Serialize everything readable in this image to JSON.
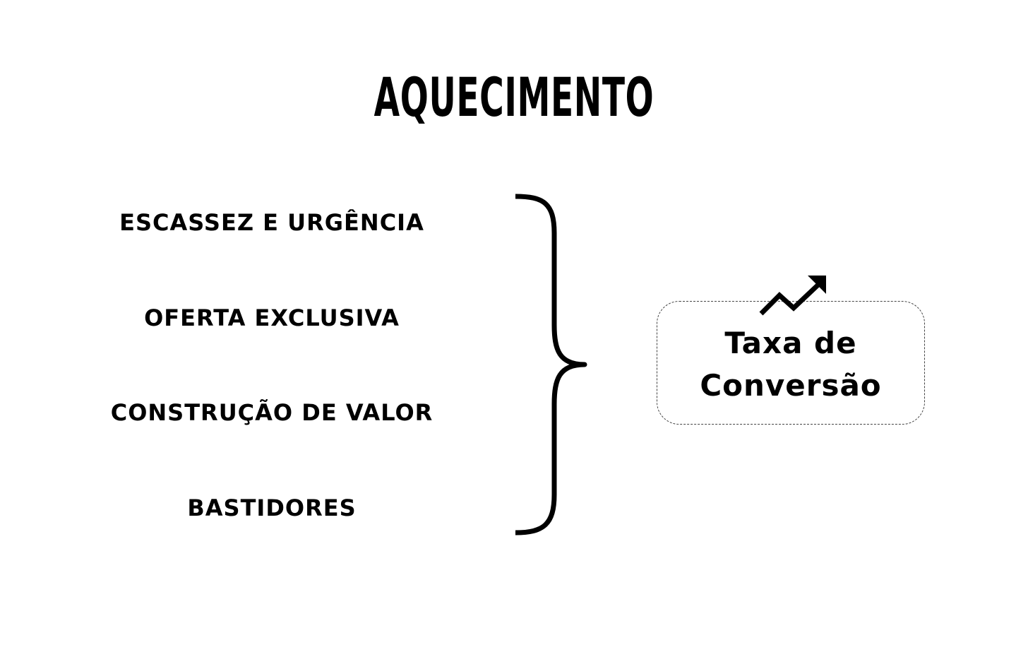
{
  "title": "AQUECIMENTO",
  "factors": [
    "ESCASSEZ E URGÊNCIA",
    "OFERTA EXCLUSIVA",
    "CONSTRUÇÃO DE VALOR",
    "BASTIDORES"
  ],
  "result": {
    "line1": "Taxa de",
    "line2": "Conversão",
    "icon": "trend-up-icon"
  },
  "colors": {
    "text": "#000000",
    "background": "#ffffff",
    "box_border": "#444444"
  }
}
